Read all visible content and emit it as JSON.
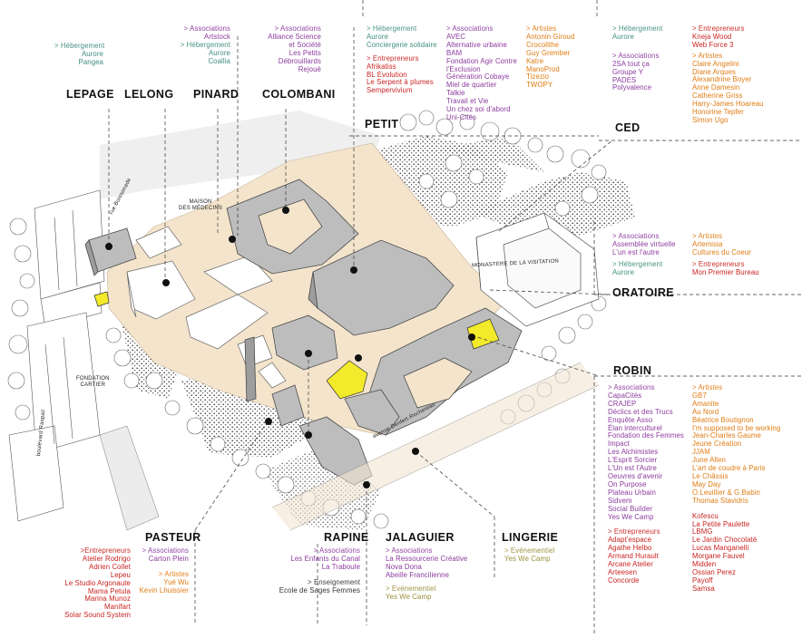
{
  "colors": {
    "associations": "#8b3a9e",
    "hebergement": "#3e8f7f",
    "artistes": "#e07b12",
    "entrepreneurs": "#c8221f",
    "enseignement": "#333333",
    "evenementiel": "#9b8e3c",
    "courtyard": "#f4e4cc",
    "building": "#bdbdbd",
    "highlight": "#f2ea2a"
  },
  "buildings": {
    "lepage": "LEPAGE",
    "lelong": "LELONG",
    "pinard": "PINARD",
    "colombani": "COLOMBANI",
    "petit": "PETIT",
    "ced": "CED",
    "oratoire": "ORATOIRE",
    "robin": "ROBIN",
    "pasteur": "PASTEUR",
    "rapine": "RAPINE",
    "jalaguier": "JALAGUIER",
    "lingerie": "LINGERIE"
  },
  "places": {
    "maison_medecins": [
      "MAISON",
      "DES MÉDECINS"
    ],
    "monastere": "MONASTÈRE DE LA VISITATION",
    "fondation_cartier": [
      "FONDATION",
      "CARTIER"
    ],
    "rue_boissonade": "rue Boissonade",
    "avenue_denfert": "avenue Denfert-Rochereau",
    "boulevard_raspail": "boulevard Raspail"
  },
  "groups": {
    "lepage": {
      "heb_h": "> Hébergement",
      "heb": [
        "Aurore",
        "Pangea"
      ]
    },
    "pinard": {
      "assoc_h": "> Associations",
      "assoc": [
        "Artstock"
      ],
      "heb_h": "> Hébergement",
      "heb": [
        "Aurore",
        "Coallia"
      ]
    },
    "colombani": {
      "assoc_h": "> Associations",
      "assoc": [
        "Alliance Science",
        "et Société",
        "Les Petits",
        "Débrouillards",
        "Rejoué"
      ]
    },
    "petit": {
      "heb_h": "> Hébergement",
      "heb": [
        "Aurore",
        "Conciergerie solidaire"
      ],
      "ent_h": "> Entrepreneurs",
      "ent": [
        "Afrikatiss",
        "BL Evolution",
        "Le Serpent à plumes",
        "Sempervivium"
      ],
      "assoc_h": "> Associations",
      "assoc": [
        "AVEC",
        "Alternative urbaine",
        "BAM",
        "Fondation Agir Contre",
        "l'Exclusion",
        "Génération Cobaye",
        "Miel de quartier",
        "Talkie",
        "Travail et Vie",
        "Un chez soi d'abord",
        "Uni-Cités"
      ],
      "art_h": "> Artistes",
      "art": [
        "Antonin Giroud",
        "Crocolithe",
        "Guy Grember",
        "Katre",
        "ManoProd",
        "Tizezio",
        "TWOPY"
      ]
    },
    "ced": {
      "heb_h": "> Hébergement",
      "heb": [
        "Aurore"
      ],
      "assoc_h": "> Associations",
      "assoc": [
        "2SA tout ça",
        "Groupe Y",
        "PADES",
        "Polyvalence"
      ],
      "ent_h": "> Entrepreneurs",
      "ent": [
        "Kneja Wood",
        "Web Force 3"
      ],
      "art_h": "> Artistes",
      "art": [
        "Claire Angelini",
        "Diane Arques",
        "Alexandrine Boyer",
        "Anne Damesin",
        "Catherine Griss",
        "Harry-James Hoareau",
        "Honorine Tepfer",
        "Simon Ugo"
      ]
    },
    "oratoire": {
      "assoc_h": "> Associations",
      "assoc": [
        "Assemblée virtuelle",
        "L'un est l'autre"
      ],
      "heb_h": "> Hébergement",
      "heb": [
        "Aurore"
      ],
      "art_h": "> Artistes",
      "art": [
        "Artemisia",
        "Cultures du Coeur"
      ],
      "ent_h": "> Entrepreneurs",
      "ent": [
        "Mon Premier Bureau"
      ]
    },
    "robin": {
      "assoc_h": "> Associations",
      "assoc": [
        "CapaCités",
        "CRAJEP",
        "Déclics et des Trucs",
        "Enquête Asso",
        "Élan interculturel",
        "Fondation des Femmes",
        "Impact",
        "Les Alchimistes",
        "L'Esprit Sorcier",
        "L'Un est l'Autre",
        "Oeuvres d'avenir",
        "On Purpose",
        "Plateau Urbain",
        "Sidvem",
        "Social Builder",
        "Yes We Camp"
      ],
      "art_h": "> Artistes",
      "art": [
        "GB7",
        "Amanite",
        "Au Nord",
        "Béatrice Boutignon",
        "I'm supposed to be working",
        "Jean-Charles Gaume",
        "Jeune Création",
        "JJAM",
        "June Allen",
        "L'art de coudre à Paris",
        "Le Châssis",
        "May Day",
        "O.Leuillier & G.Babin",
        "Thomas Stavidris"
      ],
      "art2": [
        "Kofescu",
        "La Petite Paulette",
        "LBMG",
        "Le Jardin Chocolaté",
        "Lucas Manganelli",
        "Morgane Fauvel",
        "Midden",
        "Ossian Perez",
        "Payoff",
        "Samsa"
      ],
      "ent_h": "> Entrepreneurs",
      "ent": [
        "Adapt'espace",
        "Agathe Helbo",
        "Armand Hurault",
        "Arcane Atelier",
        "Arteesen",
        "Concorde"
      ]
    },
    "pasteur": {
      "ent_h": ">Entrepreneurs",
      "ent": [
        "Atelier Rodrigo",
        "Adrien Collet",
        "Lepeu",
        "Le Studio Argonaute",
        "Mama Petula",
        "Marina Munoz",
        "Manifart",
        "Solar Sound System"
      ],
      "assoc_h": "> Associations",
      "assoc": [
        "Carton Plein"
      ],
      "art_h": "> Artistes",
      "art": [
        "Yué Wu",
        "Kevin Lhuissier"
      ]
    },
    "rapine": {
      "assoc_h": "> Associations",
      "assoc": [
        "Les Enfants du Canal",
        "La Traboule"
      ],
      "ens_h": "> Enseignement",
      "ens": [
        "Ecole de Sages Femmes"
      ]
    },
    "jalaguier": {
      "assoc_h": "> Associations",
      "assoc": [
        "La Ressourcerie Créative",
        "Nova Dona",
        "Abeille Francilienne"
      ],
      "evt_h": "> Evénementiel",
      "evt": [
        "Yes We Camp"
      ]
    },
    "lingerie": {
      "evt_h": "> Evénementiel",
      "evt": [
        "Yes We Camp"
      ]
    }
  }
}
